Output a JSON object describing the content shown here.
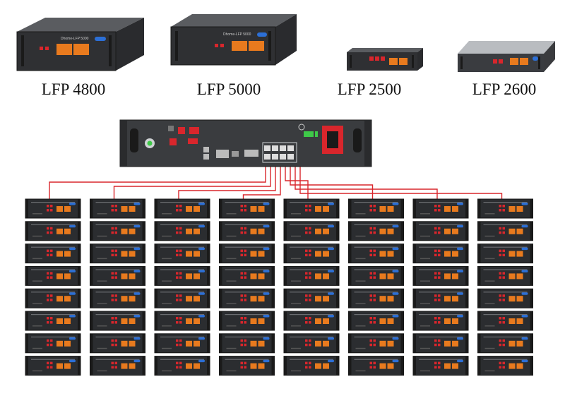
{
  "products": [
    {
      "model": "LFP 4800",
      "unit_text": "Dhome-LFP 5000"
    },
    {
      "model": "LFP 5000",
      "unit_text": "Dhome-LFP 5000"
    },
    {
      "model": "LFP 2500",
      "unit_text": ""
    },
    {
      "model": "LFP 2600",
      "unit_text": ""
    }
  ],
  "system": {
    "columns": 8,
    "modules_per_column": 8,
    "controller_ports": 8,
    "cable_color": "#d9262c",
    "module_body_color": "#2b2d30",
    "accent_orange": "#e87a1e",
    "accent_red": "#d9262c",
    "accent_blue": "#2c6fd6",
    "icons": [
      "battery-module",
      "master-controller",
      "power-switch",
      "breaker",
      "communication-port"
    ]
  }
}
